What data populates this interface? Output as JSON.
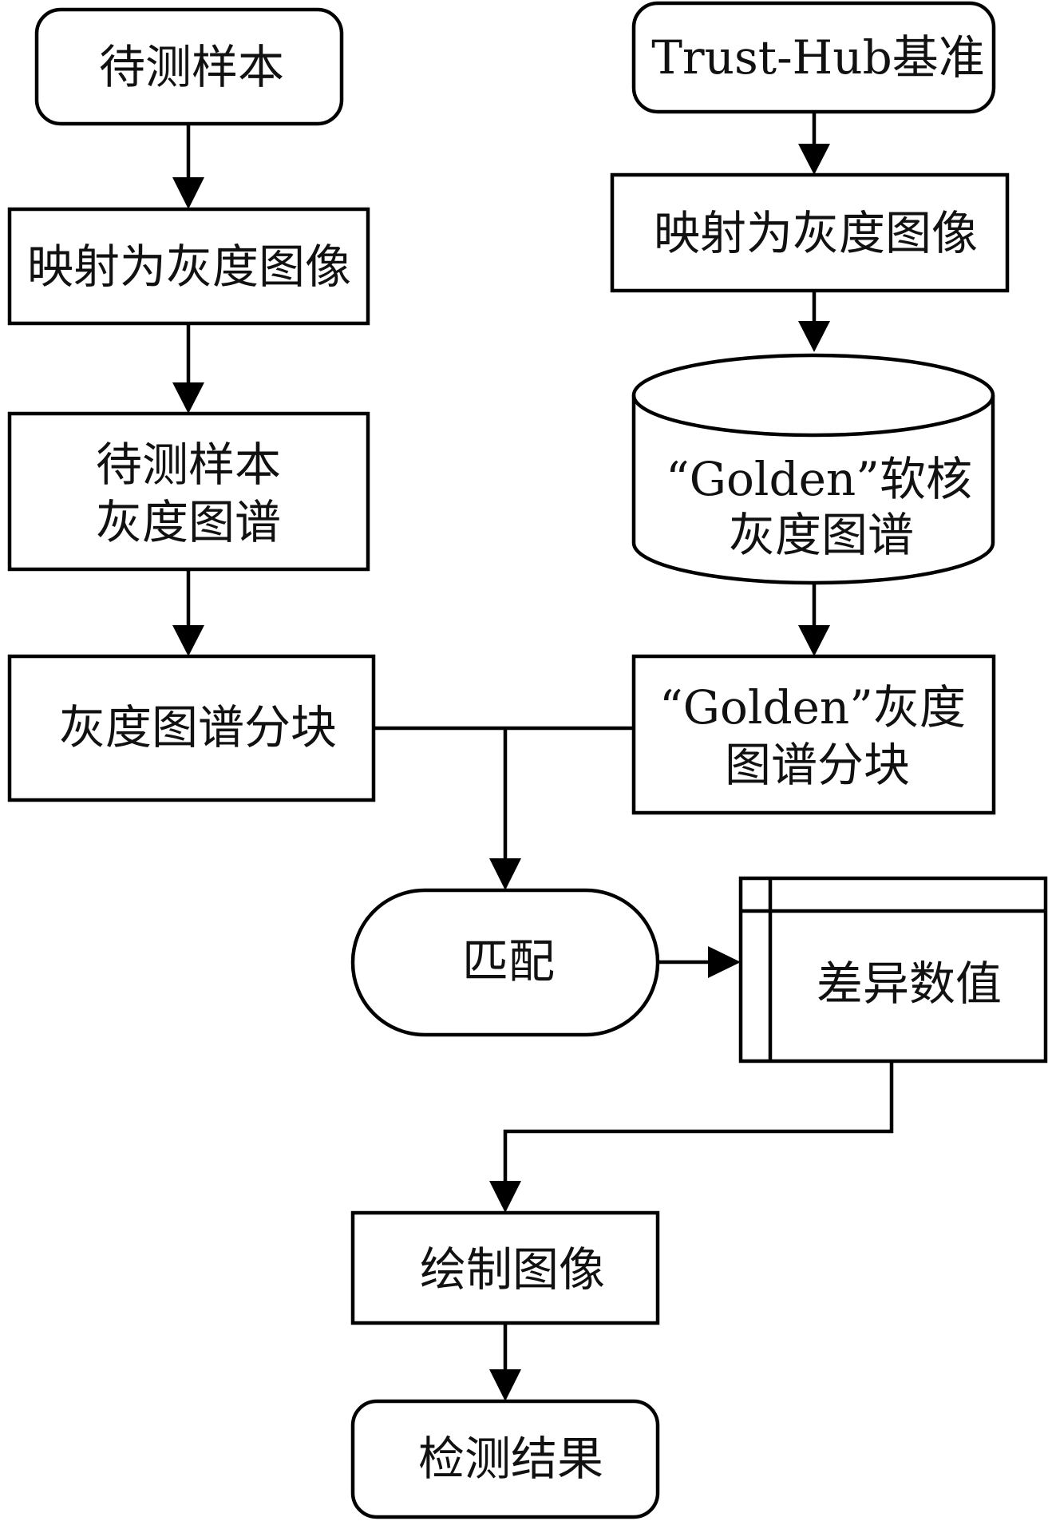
{
  "nodes": {
    "sample": {
      "label": "待测样本"
    },
    "map_left": {
      "label": "映射为灰度图像"
    },
    "sample_gray": {
      "lines": [
        "待测样本",
        "灰度图谱"
      ]
    },
    "block_left": {
      "label": "灰度图谱分块"
    },
    "trusthub": {
      "label": "Trust-Hub基准"
    },
    "map_right": {
      "label": "映射为灰度图像"
    },
    "golden_db": {
      "lines": [
        "“Golden”软核",
        "灰度图谱"
      ]
    },
    "golden_block": {
      "lines": [
        "“Golden”灰度",
        "图谱分块"
      ]
    },
    "match": {
      "label": "匹配"
    },
    "diff": {
      "label": "差异数值"
    },
    "draw": {
      "label": "绘制图像"
    },
    "result": {
      "label": "检测结果"
    }
  }
}
